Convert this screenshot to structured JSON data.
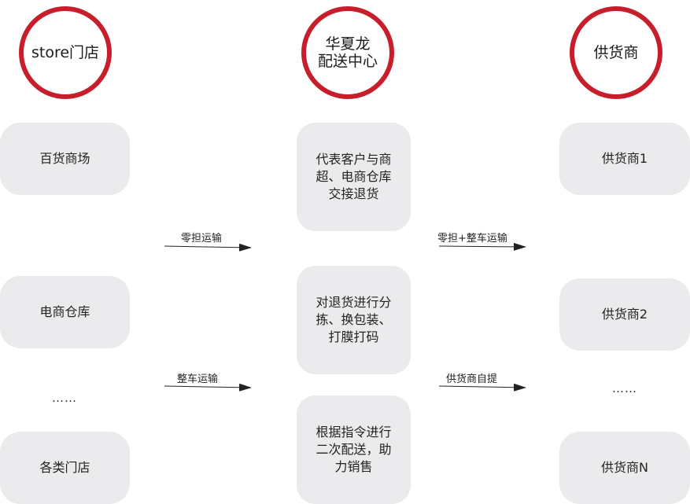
{
  "headers": {
    "store": "store门店",
    "hub": "华夏龙\n配送中心",
    "supplier": "供货商"
  },
  "left_items": [
    "百货商场",
    "电商仓库",
    "……",
    "各类门店"
  ],
  "middle_items": [
    "代表客户与商\n超、电商仓库\n交接退货",
    "对退货进行分\n拣、换包装、\n打膜打码",
    "根据指令进行\n二次配送，助\n力销售"
  ],
  "right_items": [
    "供货商1",
    "供货商2",
    "……",
    "供货商N"
  ],
  "arrows": {
    "left_top": "零担运输",
    "left_bottom": "整车运输",
    "right_top": "零担+整车运输",
    "right_bottom": "供货商自提"
  },
  "colors": {
    "circle_border": "#c81e2c",
    "box_fill": "#ebebed",
    "arrow": "#222222"
  }
}
